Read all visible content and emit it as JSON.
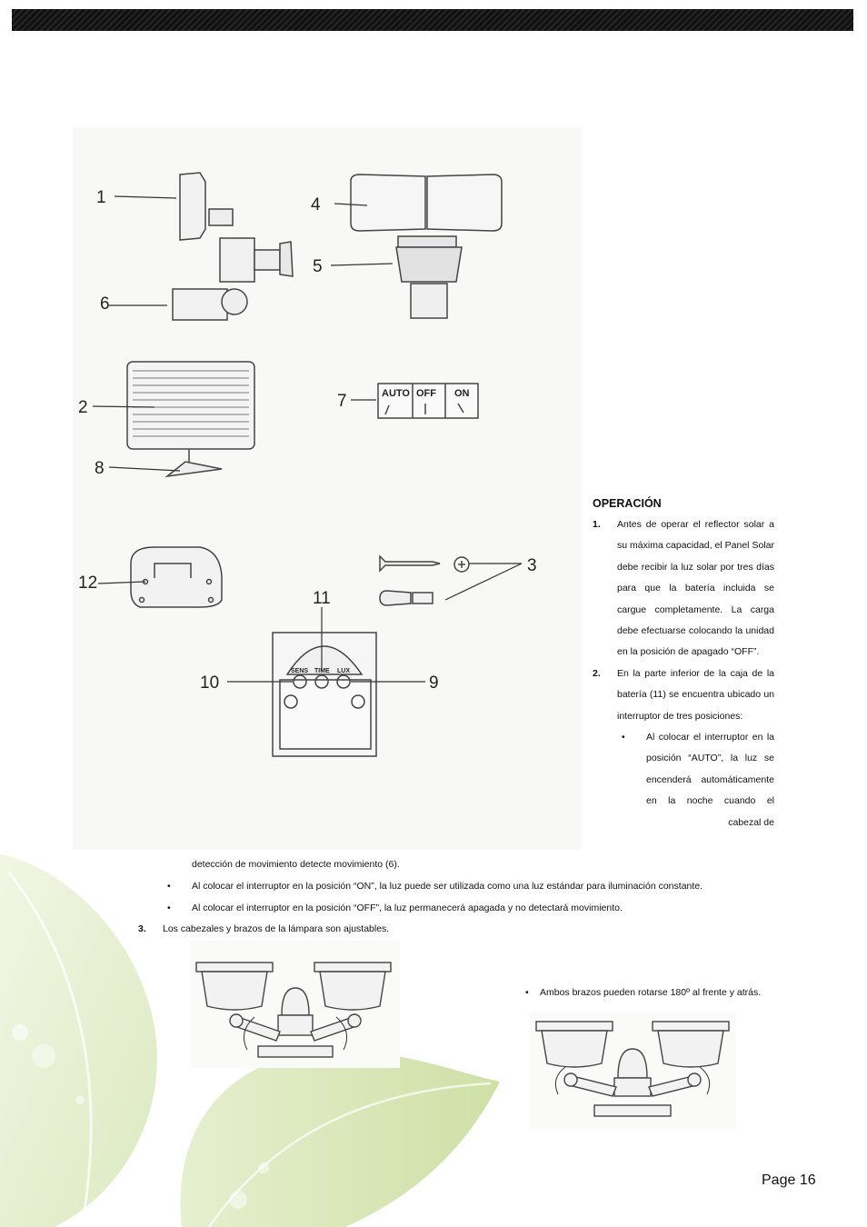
{
  "figure": {
    "labels": [
      "1",
      "2",
      "3",
      "4",
      "5",
      "6",
      "7",
      "8",
      "9",
      "10",
      "11",
      "12"
    ],
    "switch_positions": [
      "AUTO",
      "OFF",
      "ON"
    ],
    "knob_labels": [
      "SENS",
      "TIME",
      "LUX"
    ]
  },
  "operation": {
    "title": "OPERACIÓN",
    "item1_num": "1.",
    "item1_text": "Antes de operar el reflector solar a su máxima capacidad, el Panel Solar debe recibir la luz solar por tres días para que la batería incluida se cargue completamente. La carga debe efectuarse colocando la unidad en la posición de apagado “OFF”.",
    "item2_num": "2.",
    "item2_text": "En la parte inferior de la caja de la batería (11) se encuentra ubicado un interruptor de tres posiciones:",
    "bullet_char": "•",
    "bullet_auto_part1": "Al colocar el interruptor en la posición “AUTO”, la luz se encenderá automáticamente en la noche cuando el cabezal de",
    "bullet_auto_part2": "detección de movimiento detecte movimiento (6).",
    "bullet_on": "Al colocar el interruptor en la posición “ON”, la luz puede ser utilizada como una luz estándar para iluminación constante.",
    "bullet_off": "Al colocar el interruptor en la posición “OFF”, la luz permanecerá apagada y no detectará movimiento.",
    "item3_num": "3.",
    "item3_text": "Los cabezales y brazos de la lámpara son ajustables.",
    "rotate_bullet": "Ambos brazos pueden rotarse 180º al frente y atrás."
  },
  "footer": {
    "page_label": "Page 16"
  }
}
